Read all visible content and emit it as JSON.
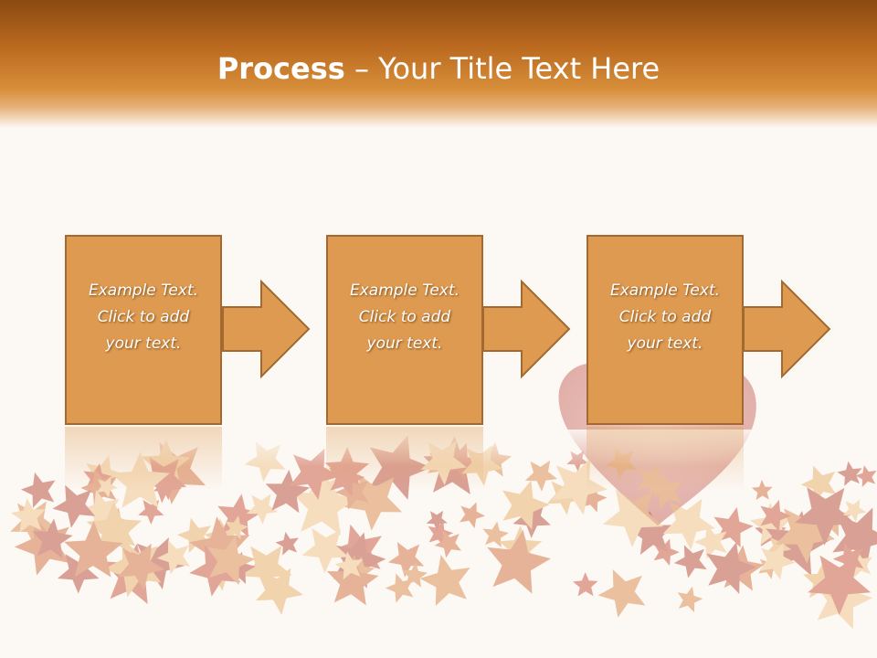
{
  "slide": {
    "title_bold": "Process",
    "title_rest": " – Your Title Text Here"
  },
  "steps": [
    {
      "line1": "Example Text.",
      "line2": "Click  to add",
      "line3": "your text."
    },
    {
      "line1": "Example Text.",
      "line2": "Click  to add",
      "line3": "your text."
    },
    {
      "line1": "Example Text.",
      "line2": "Click  to add",
      "line3": "your text."
    }
  ],
  "colors": {
    "header": "#b9681e",
    "box_fill": "#de9a50",
    "box_border": "#a26a30",
    "background": "#fcf8f4"
  }
}
